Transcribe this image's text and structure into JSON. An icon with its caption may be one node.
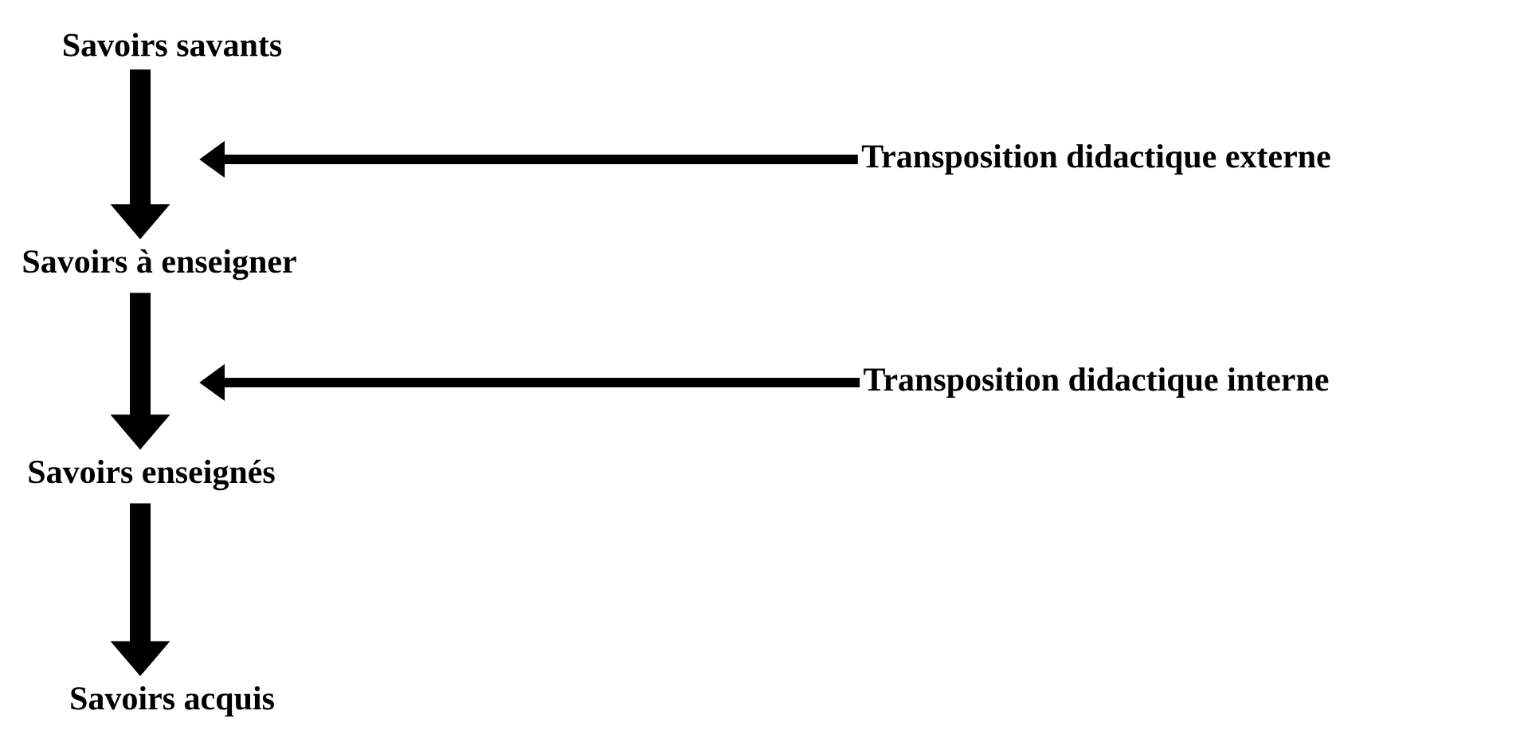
{
  "diagram": {
    "nodes": [
      {
        "text": [
          "Savoirs savants"
        ]
      },
      {
        "text": [
          "Savoirs à enseigner"
        ]
      },
      {
        "text": [
          "Savoirs enseignés"
        ]
      },
      {
        "text": [
          "Savoirs acquis"
        ]
      },
      {
        "text": [
          "Transposition didactique externe"
        ]
      },
      {
        "text": [
          "Transposition didactique interne"
        ]
      }
    ],
    "edges": [
      {
        "from": 0,
        "to": 1,
        "arrow": "to"
      },
      {
        "from": 1,
        "to": 2,
        "arrow": "to"
      },
      {
        "from": 2,
        "to": 3,
        "arrow": "to"
      },
      {
        "from": 4,
        "to": null,
        "arrow": "to"
      },
      {
        "from": 5,
        "to": null,
        "arrow": "to"
      }
    ]
  }
}
